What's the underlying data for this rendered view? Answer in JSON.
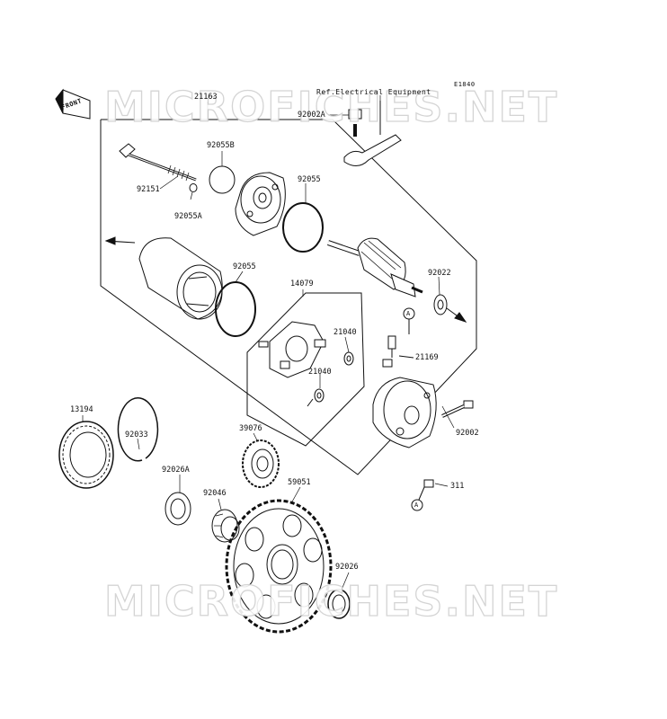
{
  "diagram": {
    "code": "E1840",
    "reference": "Ref.Electrical Equipment",
    "front_label": "FRONT",
    "watermark": "MICROFICHES.NET",
    "parts": {
      "p21163": "21163",
      "p92002A": "92002A",
      "p92055B": "92055B",
      "p92151": "92151",
      "p92055A": "92055A",
      "p92055_top": "92055",
      "p92055_mid": "92055",
      "p14079": "14079",
      "p92022": "92022",
      "p21040_a": "21040",
      "p21040_b": "21040",
      "p21169": "21169",
      "p92002": "92002",
      "p13194": "13194",
      "p92033": "92033",
      "p92026A": "92026A",
      "p39076": "39076",
      "p92046": "92046",
      "p59051": "59051",
      "p311": "311",
      "p92026": "92026"
    },
    "callout_marker": "A"
  }
}
